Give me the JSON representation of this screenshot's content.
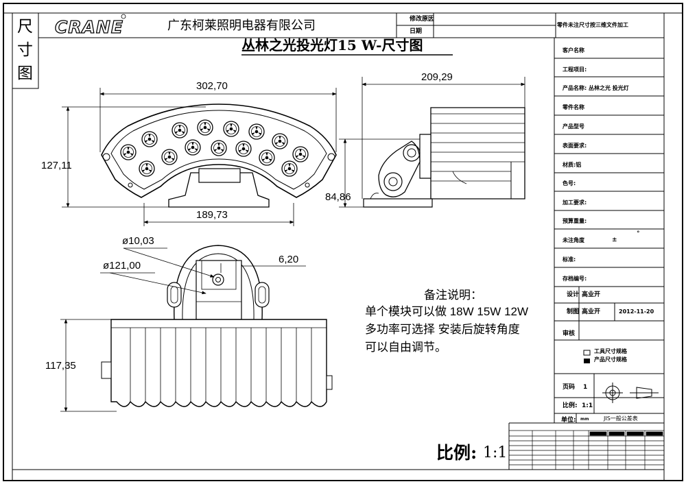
{
  "header": {
    "side_label": [
      "尺",
      "寸",
      "图"
    ],
    "logo": "CRANE",
    "company": "广东柯莱照明电器有限公司",
    "rev_label": "修改原因",
    "date_label": "日期",
    "spec_title": "零件未注尺寸按三维文件加工",
    "drawing_title": "丛林之光投光灯15 W-尺寸图"
  },
  "info_rows": [
    {
      "label": "客户名称"
    },
    {
      "label": "工程项目:"
    },
    {
      "label": "产品名称: 丛林之光 投光灯"
    },
    {
      "label": "零件名称"
    },
    {
      "label": "产品型号"
    },
    {
      "label": "表面要求:"
    },
    {
      "label": "材质:铝"
    },
    {
      "label": "色号:"
    },
    {
      "label": "加工要求:"
    },
    {
      "label": "预算重量:"
    },
    {
      "label": "未注角度",
      "mid": "±",
      "end": "°"
    },
    {
      "label": "标准:"
    },
    {
      "label": "存档编号:"
    }
  ],
  "approvals": {
    "design_label": "设计",
    "design_name": "高业开",
    "draw_label": "制图",
    "draw_name": "高业开",
    "draw_date": "2012-11-20",
    "review_label": "审核"
  },
  "legend": {
    "tool_dim": "工具尺寸规格",
    "product_dim": "产品尺寸规格"
  },
  "page_info": {
    "page_label": "页码",
    "page_value": "1",
    "scale_label": "比例:",
    "scale_value": "1:1",
    "unit_label": "单位:",
    "unit_value": "mm",
    "tolerance_title": "JIS一般公差表"
  },
  "notes": {
    "title": "备注说明：",
    "line1": "单个模块可以做 18W 15W 12W",
    "line2": "多功率可选择 安装后旋转角度",
    "line3": "可以自由调节。"
  },
  "scale_big": {
    "label": "比例:",
    "value": "1:1"
  },
  "dimensions": {
    "front_width": "302,70",
    "front_height": "127,11",
    "front_base": "189,73",
    "side_width": "209,29",
    "side_height": "84,86",
    "hole_small": "ø10,03",
    "hole_large": "ø121,00",
    "offset": "6,20",
    "bottom_height": "117,35"
  }
}
